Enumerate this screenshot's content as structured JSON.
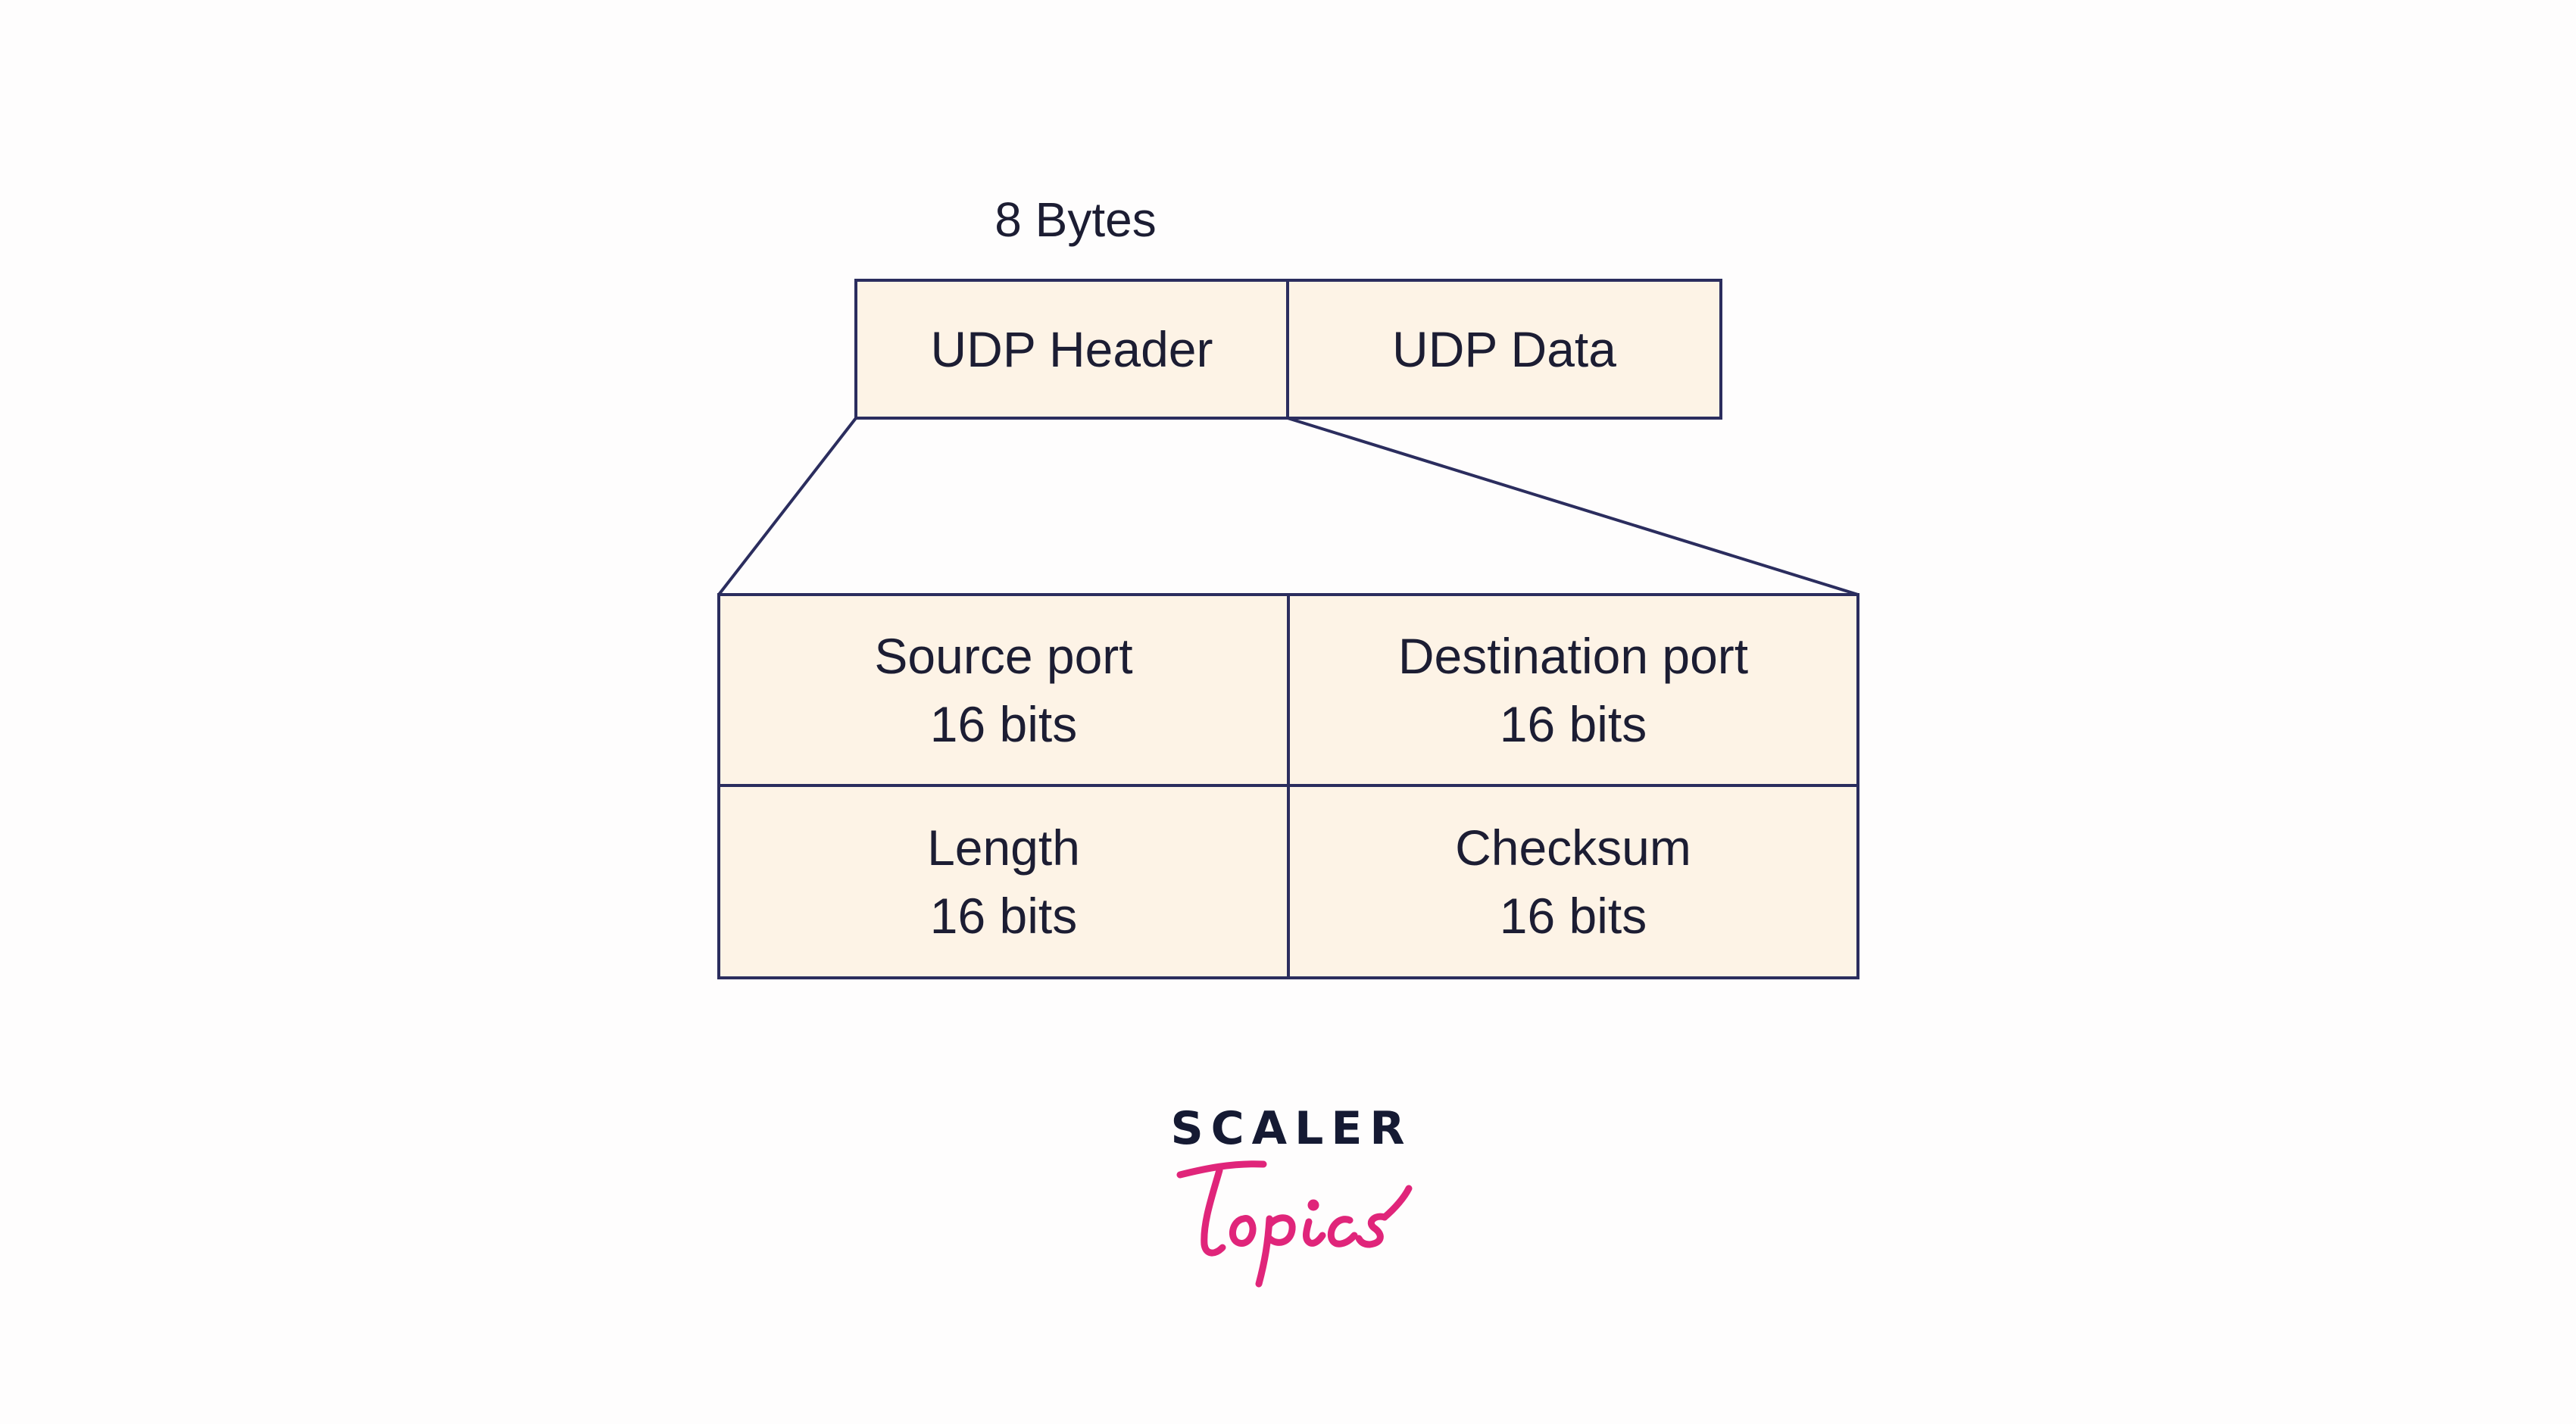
{
  "diagram": {
    "size_label": "8 Bytes",
    "packet": {
      "header_label": "UDP Header",
      "data_label": "UDP Data"
    },
    "header_fields": [
      {
        "name": "Source port",
        "size": "16 bits"
      },
      {
        "name": "Destination port",
        "size": "16 bits"
      },
      {
        "name": "Length",
        "size": "16 bits"
      },
      {
        "name": "Checksum",
        "size": "16 bits"
      }
    ]
  },
  "logo": {
    "wordmark": "SCALER",
    "script": "Topics"
  },
  "colors": {
    "box_fill": "#fdf3e6",
    "box_border": "#2b2d5e",
    "text": "#1c1d33",
    "logo_dark": "#151a33",
    "logo_accent": "#e0257a"
  }
}
